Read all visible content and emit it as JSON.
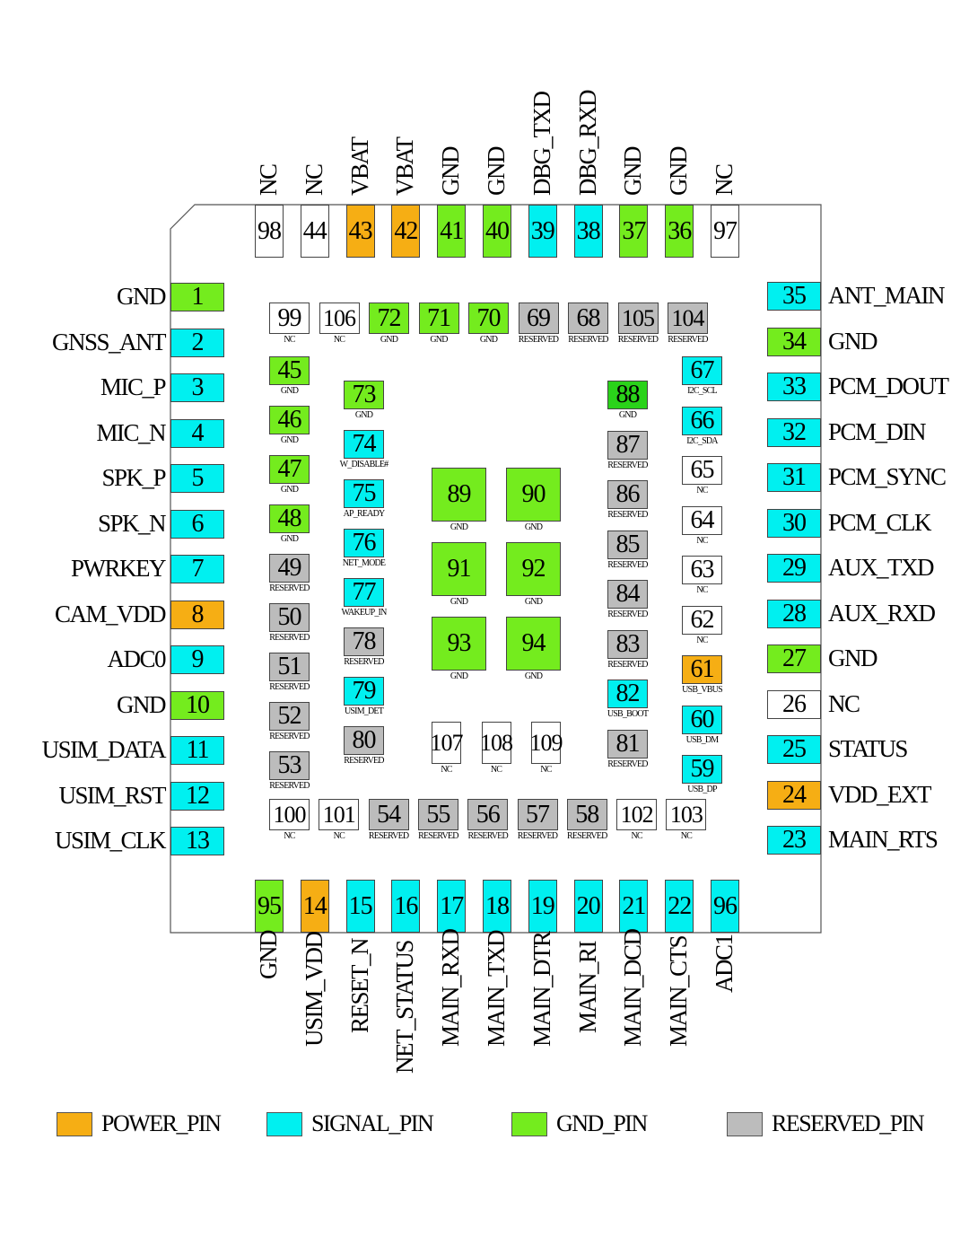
{
  "colors": {
    "power": "#f6ae14",
    "signal": "#00f0f0",
    "gnd": "#74ec1e",
    "gnd_dark": "#2ad31a",
    "reserved": "#bcbcbc",
    "nc": "#ffffff"
  },
  "left_pins": [
    {
      "num": "1",
      "name": "GND",
      "type": "gnd"
    },
    {
      "num": "2",
      "name": "GNSS_ANT",
      "type": "signal"
    },
    {
      "num": "3",
      "name": "MIC_P",
      "type": "signal"
    },
    {
      "num": "4",
      "name": "MIC_N",
      "type": "signal"
    },
    {
      "num": "5",
      "name": "SPK_P",
      "type": "signal"
    },
    {
      "num": "6",
      "name": "SPK_N",
      "type": "signal"
    },
    {
      "num": "7",
      "name": "PWRKEY",
      "type": "signal"
    },
    {
      "num": "8",
      "name": "CAM_VDD",
      "type": "power"
    },
    {
      "num": "9",
      "name": "ADC0",
      "type": "signal"
    },
    {
      "num": "10",
      "name": "GND",
      "type": "gnd"
    },
    {
      "num": "11",
      "name": "USIM_DATA",
      "type": "signal"
    },
    {
      "num": "12",
      "name": "USIM_RST",
      "type": "signal"
    },
    {
      "num": "13",
      "name": "USIM_CLK",
      "type": "signal"
    }
  ],
  "right_pins": [
    {
      "num": "35",
      "name": "ANT_MAIN",
      "type": "signal"
    },
    {
      "num": "34",
      "name": "GND",
      "type": "gnd"
    },
    {
      "num": "33",
      "name": "PCM_DOUT",
      "type": "signal"
    },
    {
      "num": "32",
      "name": "PCM_DIN",
      "type": "signal"
    },
    {
      "num": "31",
      "name": "PCM_SYNC",
      "type": "signal"
    },
    {
      "num": "30",
      "name": "PCM_CLK",
      "type": "signal"
    },
    {
      "num": "29",
      "name": "AUX_TXD",
      "type": "signal"
    },
    {
      "num": "28",
      "name": "AUX_RXD",
      "type": "signal"
    },
    {
      "num": "27",
      "name": "GND",
      "type": "gnd"
    },
    {
      "num": "26",
      "name": "NC",
      "type": "nc"
    },
    {
      "num": "25",
      "name": "STATUS",
      "type": "signal"
    },
    {
      "num": "24",
      "name": "VDD_EXT",
      "type": "power"
    },
    {
      "num": "23",
      "name": "MAIN_RTS",
      "type": "signal"
    }
  ],
  "top_pins": [
    {
      "num": "98",
      "name": "NC",
      "type": "nc"
    },
    {
      "num": "44",
      "name": "NC",
      "type": "nc"
    },
    {
      "num": "43",
      "name": "VBAT",
      "type": "power"
    },
    {
      "num": "42",
      "name": "VBAT",
      "type": "power"
    },
    {
      "num": "41",
      "name": "GND",
      "type": "gnd"
    },
    {
      "num": "40",
      "name": "GND",
      "type": "gnd"
    },
    {
      "num": "39",
      "name": "DBG_TXD",
      "type": "signal"
    },
    {
      "num": "38",
      "name": "DBG_RXD",
      "type": "signal"
    },
    {
      "num": "37",
      "name": "GND",
      "type": "gnd"
    },
    {
      "num": "36",
      "name": "GND",
      "type": "gnd"
    },
    {
      "num": "97",
      "name": "NC",
      "type": "nc"
    }
  ],
  "bottom_pins": [
    {
      "num": "95",
      "name": "GND",
      "type": "gnd"
    },
    {
      "num": "14",
      "name": "USIM_VDD",
      "type": "power"
    },
    {
      "num": "15",
      "name": "RESET_N",
      "type": "signal"
    },
    {
      "num": "16",
      "name": "NET_STATUS",
      "type": "signal"
    },
    {
      "num": "17",
      "name": "MAIN_RXD",
      "type": "signal"
    },
    {
      "num": "18",
      "name": "MAIN_TXD",
      "type": "signal"
    },
    {
      "num": "19",
      "name": "MAIN_DTR",
      "type": "signal"
    },
    {
      "num": "20",
      "name": "MAIN_RI",
      "type": "signal"
    },
    {
      "num": "21",
      "name": "MAIN_DCD",
      "type": "signal"
    },
    {
      "num": "22",
      "name": "MAIN_CTS",
      "type": "signal"
    },
    {
      "num": "96",
      "name": "ADC1",
      "type": "signal"
    }
  ],
  "inner_top_row": [
    {
      "num": "99",
      "name": "NC",
      "type": "nc"
    },
    {
      "num": "106",
      "name": "NC",
      "type": "nc"
    },
    {
      "num": "72",
      "name": "GND",
      "type": "gnd"
    },
    {
      "num": "71",
      "name": "GND",
      "type": "gnd"
    },
    {
      "num": "70",
      "name": "GND",
      "type": "gnd"
    },
    {
      "num": "69",
      "name": "RESERVED",
      "type": "reserved"
    },
    {
      "num": "68",
      "name": "RESERVED",
      "type": "reserved"
    },
    {
      "num": "105",
      "name": "RESERVED",
      "type": "reserved"
    },
    {
      "num": "104",
      "name": "RESERVED",
      "type": "reserved"
    }
  ],
  "inner_left_col": [
    {
      "num": "45",
      "name": "GND",
      "type": "gnd"
    },
    {
      "num": "46",
      "name": "GND",
      "type": "gnd"
    },
    {
      "num": "47",
      "name": "GND",
      "type": "gnd"
    },
    {
      "num": "48",
      "name": "GND",
      "type": "gnd"
    },
    {
      "num": "49",
      "name": "RESERVED",
      "type": "reserved"
    },
    {
      "num": "50",
      "name": "RESERVED",
      "type": "reserved"
    },
    {
      "num": "51",
      "name": "RESERVED",
      "type": "reserved"
    },
    {
      "num": "52",
      "name": "RESERVED",
      "type": "reserved"
    },
    {
      "num": "53",
      "name": "RESERVED",
      "type": "reserved"
    }
  ],
  "inner_left2_col": [
    {
      "num": "73",
      "name": "GND",
      "type": "gnd"
    },
    {
      "num": "74",
      "name": "W_DISABLE#",
      "type": "signal"
    },
    {
      "num": "75",
      "name": "AP_READY",
      "type": "signal"
    },
    {
      "num": "76",
      "name": "NET_MODE",
      "type": "signal"
    },
    {
      "num": "77",
      "name": "WAKEUP_IN",
      "type": "signal"
    },
    {
      "num": "78",
      "name": "RESERVED",
      "type": "reserved"
    },
    {
      "num": "79",
      "name": "USIM_DET",
      "type": "signal"
    },
    {
      "num": "80",
      "name": "RESERVED",
      "type": "reserved"
    }
  ],
  "inner_right_col": [
    {
      "num": "67",
      "name": "I2C_SCL",
      "type": "signal"
    },
    {
      "num": "66",
      "name": "I2C_SDA",
      "type": "signal"
    },
    {
      "num": "65",
      "name": "NC",
      "type": "nc"
    },
    {
      "num": "64",
      "name": "NC",
      "type": "nc"
    },
    {
      "num": "63",
      "name": "NC",
      "type": "nc"
    },
    {
      "num": "62",
      "name": "NC",
      "type": "nc"
    },
    {
      "num": "61",
      "name": "USB_VBUS",
      "type": "power"
    },
    {
      "num": "60",
      "name": "USB_DM",
      "type": "signal"
    },
    {
      "num": "59",
      "name": "USB_DP",
      "type": "signal"
    }
  ],
  "inner_right2_col": [
    {
      "num": "88",
      "name": "GND",
      "type": "gnd_dark"
    },
    {
      "num": "87",
      "name": "RESERVED",
      "type": "reserved"
    },
    {
      "num": "86",
      "name": "RESERVED",
      "type": "reserved"
    },
    {
      "num": "85",
      "name": "RESERVED",
      "type": "reserved"
    },
    {
      "num": "84",
      "name": "RESERVED",
      "type": "reserved"
    },
    {
      "num": "83",
      "name": "RESERVED",
      "type": "reserved"
    },
    {
      "num": "82",
      "name": "USB_BOOT",
      "type": "signal"
    },
    {
      "num": "81",
      "name": "RESERVED",
      "type": "reserved"
    }
  ],
  "inner_bottom_row": [
    {
      "num": "100",
      "name": "NC",
      "type": "nc"
    },
    {
      "num": "101",
      "name": "NC",
      "type": "nc"
    },
    {
      "num": "54",
      "name": "RESERVED",
      "type": "reserved"
    },
    {
      "num": "55",
      "name": "RESERVED",
      "type": "reserved"
    },
    {
      "num": "56",
      "name": "RESERVED",
      "type": "reserved"
    },
    {
      "num": "57",
      "name": "RESERVED",
      "type": "reserved"
    },
    {
      "num": "58",
      "name": "RESERVED",
      "type": "reserved"
    },
    {
      "num": "102",
      "name": "NC",
      "type": "nc"
    },
    {
      "num": "103",
      "name": "NC",
      "type": "nc"
    }
  ],
  "inner_mid_row": [
    {
      "num": "107",
      "name": "NC",
      "type": "nc"
    },
    {
      "num": "108",
      "name": "NC",
      "type": "nc"
    },
    {
      "num": "109",
      "name": "NC",
      "type": "nc"
    }
  ],
  "center_pads": [
    {
      "num": "89",
      "name": "GND",
      "type": "gnd"
    },
    {
      "num": "90",
      "name": "GND",
      "type": "gnd"
    },
    {
      "num": "91",
      "name": "GND",
      "type": "gnd"
    },
    {
      "num": "92",
      "name": "GND",
      "type": "gnd"
    },
    {
      "num": "93",
      "name": "GND",
      "type": "gnd"
    },
    {
      "num": "94",
      "name": "GND",
      "type": "gnd"
    }
  ],
  "legend": [
    {
      "label": "POWER_PIN",
      "type": "power"
    },
    {
      "label": "SIGNAL_PIN",
      "type": "signal"
    },
    {
      "label": "GND_PIN",
      "type": "gnd"
    },
    {
      "label": "RESERVED_PIN",
      "type": "reserved"
    }
  ]
}
